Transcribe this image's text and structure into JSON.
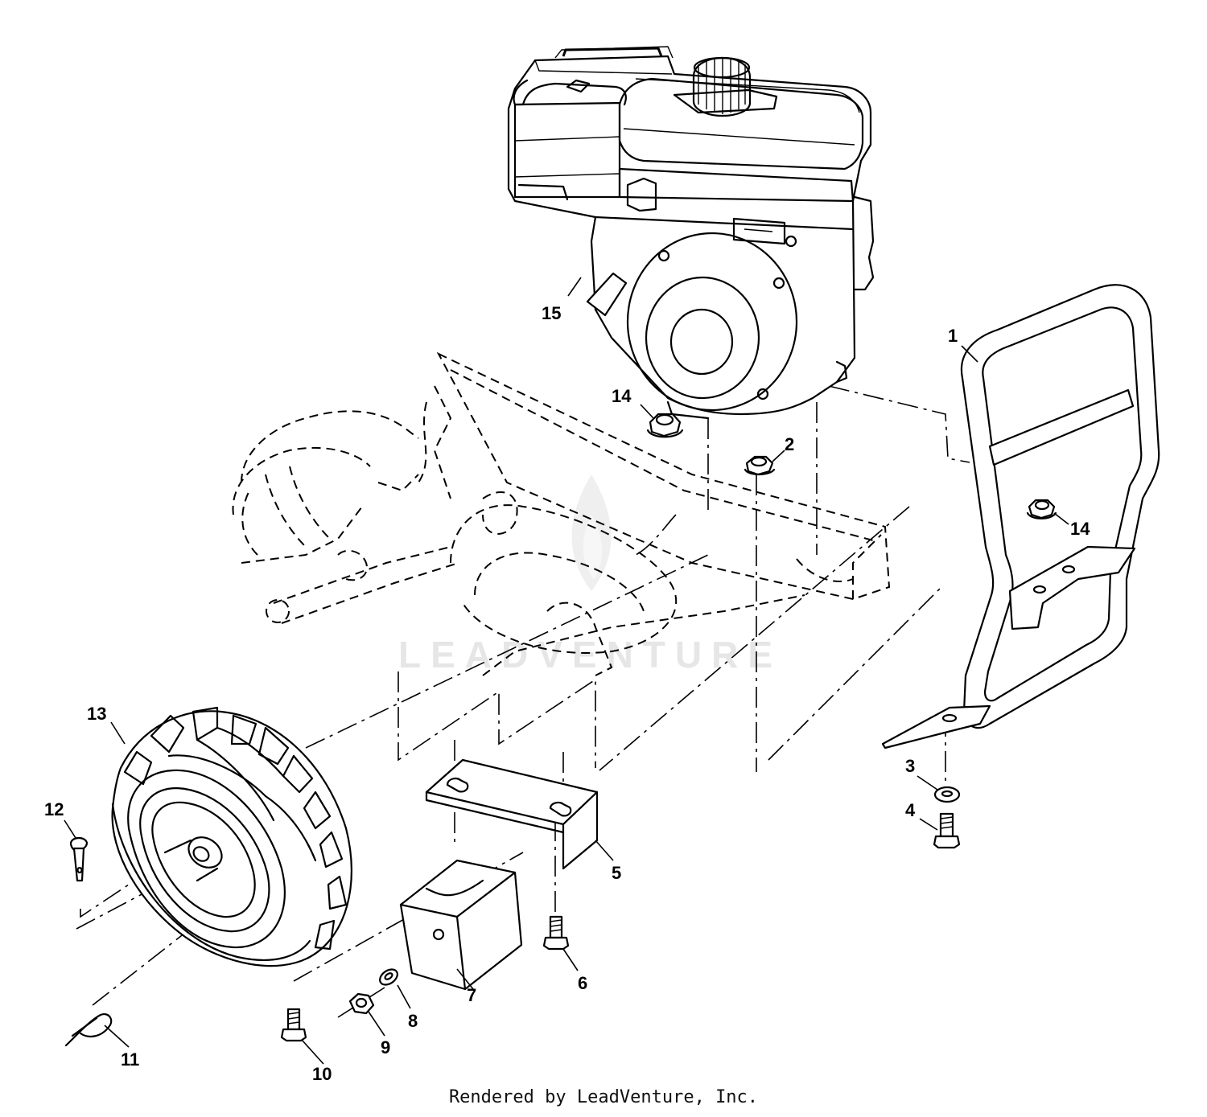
{
  "callouts": [
    {
      "id": "1",
      "part": "front-bumper"
    },
    {
      "id": "2",
      "part": "flange-nut"
    },
    {
      "id": "3",
      "part": "washer"
    },
    {
      "id": "4",
      "part": "bumper-bolt"
    },
    {
      "id": "5",
      "part": "weight-bracket"
    },
    {
      "id": "6",
      "part": "bracket-bolt"
    },
    {
      "id": "7",
      "part": "front-weight"
    },
    {
      "id": "8",
      "part": "lock-washer"
    },
    {
      "id": "9",
      "part": "hex-nut"
    },
    {
      "id": "10",
      "part": "weight-bolt"
    },
    {
      "id": "11",
      "part": "hairpin-clip"
    },
    {
      "id": "12",
      "part": "clevis-pin"
    },
    {
      "id": "13",
      "part": "wheel-tire"
    },
    {
      "id": "14",
      "part": "flange-lock-nut"
    },
    {
      "id": "15",
      "part": "engine"
    }
  ],
  "labels": {
    "c1": "1",
    "c2": "2",
    "c3": "3",
    "c4": "4",
    "c5": "5",
    "c6": "6",
    "c7": "7",
    "c8": "8",
    "c9": "9",
    "c10": "10",
    "c11": "11",
    "c12": "12",
    "c13": "13",
    "c14a": "14",
    "c14b": "14",
    "c15": "15"
  },
  "watermark": "LEADVENTURE",
  "footer": "Rendered by LeadVenture, Inc."
}
